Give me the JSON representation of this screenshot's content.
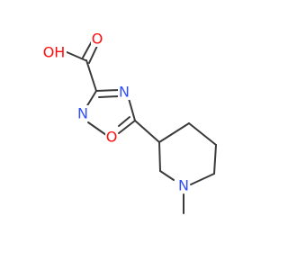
{
  "molecule": {
    "atoms": {
      "oh": {
        "text": "OH",
        "color": "#ff0d0d"
      },
      "o_carbonyl": {
        "text": "O",
        "color": "#ff0d0d"
      },
      "n_ring_right": {
        "text": "N",
        "color": "#3050f8"
      },
      "n_ring_left": {
        "text": "N",
        "color": "#3050f8"
      },
      "o_ring": {
        "text": "O",
        "color": "#ff0d0d"
      },
      "n_piperidine": {
        "text": "N",
        "color": "#3050f8"
      }
    },
    "bond_color": "#3a3a3a"
  }
}
